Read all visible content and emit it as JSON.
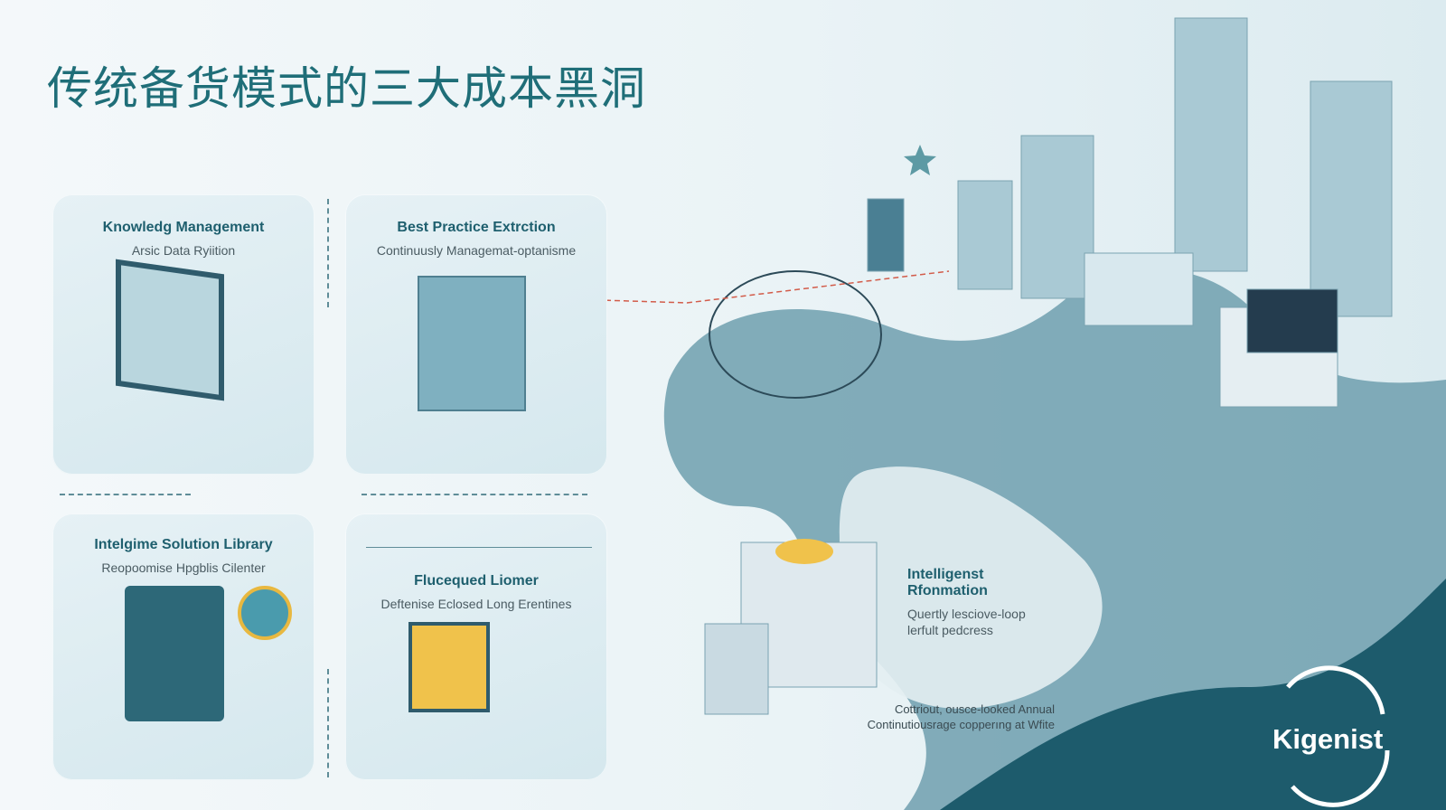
{
  "slide": {
    "title": "传统备货模式的三大成本黑洞",
    "accent_color": "#1f6e78"
  },
  "panels": [
    {
      "heading": "Knowledg Management",
      "subheading": "Arsic Data Ryiition"
    },
    {
      "heading": "Best Practice Extrction",
      "subheading": "Continuusly Managemat-optanisme"
    },
    {
      "heading": "Intelgime Solution Library",
      "subheading": "Reopoomise Hpgblis Cilenter"
    },
    {
      "heading": "Flucequed Liomer",
      "subheading": "Deftenise Eclosed Long Erentines"
    }
  ],
  "right_callout": {
    "heading_line1": "Intelligenst",
    "heading_line2": "Rfonmation",
    "text_line1": "Quertly lesciove-loop",
    "text_line2": "lerfult pedcress"
  },
  "bottom_caption": {
    "line1": "Cottriout, ousce-looked Annual",
    "line2": "Continutiousrage copperıng at Wfite"
  },
  "logo": {
    "text": "Kigenist"
  }
}
